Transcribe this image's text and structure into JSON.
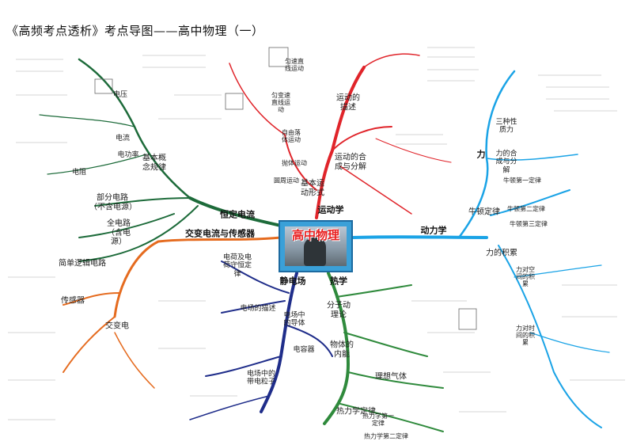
{
  "title": "《高频考点透析》考点导图——高中物理（一）",
  "center": "高中物理",
  "colors": {
    "red": "#e0242a",
    "cyan": "#1aa3e6",
    "green": "#2f8a3c",
    "navy": "#1f2d8a",
    "orange": "#e56b1f",
    "dark_green": "#1d6b3a"
  },
  "branches": {
    "kinematics": "运动学",
    "motion_description": "运动的描述",
    "motion_synthesis": "运动的合成与分解",
    "basic_motion_forms": "基本运动形式",
    "linear_uniform": "匀速直线运动",
    "linear_accel": "匀变速直线运动",
    "free_fall": "自由落体运动",
    "throw": "抛体运动",
    "circular": "圆周运动",
    "dynamics": "动力学",
    "force": "力",
    "newton_laws": "牛顿定律",
    "newton_first": "牛顿第一定律",
    "newton_second": "牛顿第二定律",
    "newton_third": "牛顿第三定律",
    "three_forces": "三种性质力",
    "force_synthesis": "力的合成与分解",
    "force_accumulation": "力的积累",
    "space_accum": "力对空间的积累",
    "time_accum": "力对时间的积累",
    "dc_circuit": "恒定电流",
    "basic_concepts": "基本概念规律",
    "partial_circuit": "部分电路（不含电源）",
    "full_circuit": "全电路（含电源）",
    "logic_circuit": "简单逻辑电路",
    "current": "电流",
    "voltage": "电压",
    "resistance": "电阻",
    "power": "电功率",
    "ac_sensor": "交变电流与传感器",
    "ac": "交变电",
    "sensor": "传感器",
    "electrostatics": "静电场",
    "charge_conservation": "电荷及电荷守恒定律",
    "field_description": "电场的描述",
    "conductor": "电场中的导体",
    "capacitor": "电容器",
    "particle_in_field": "电场中的带电粒子",
    "thermo": "热学",
    "molecular_theory": "分子动理论",
    "internal_energy": "物体的内能",
    "ideal_gas": "理想气体",
    "thermo_laws": "热力学定律",
    "law_first": "热力学第一定律",
    "law_second": "热力学第二定律"
  }
}
